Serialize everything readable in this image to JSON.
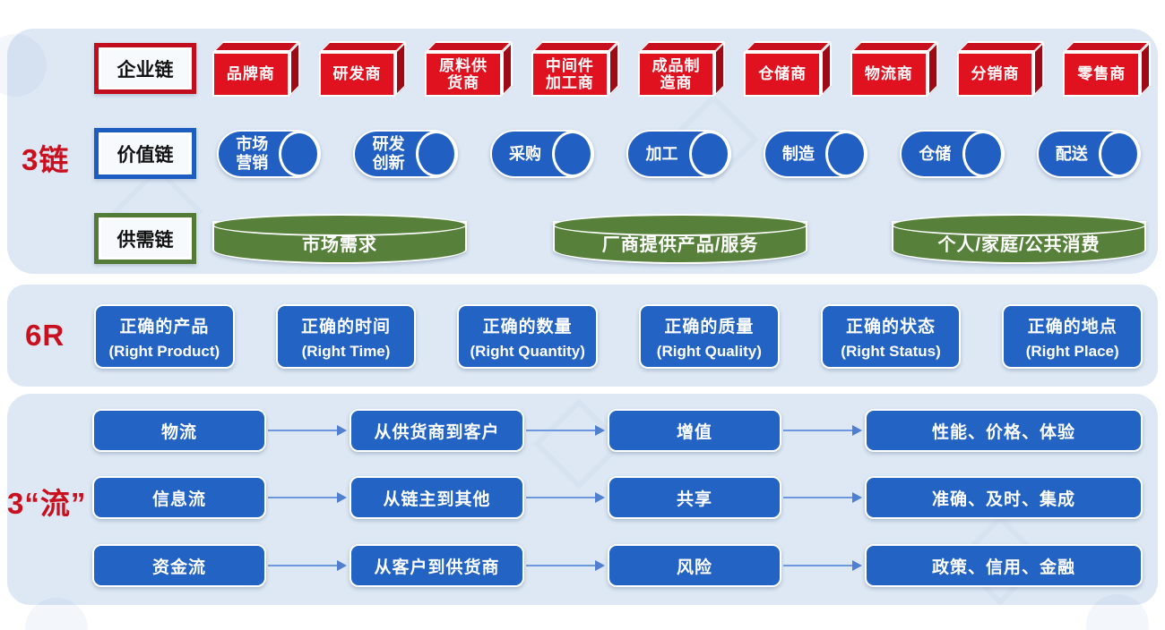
{
  "colors": {
    "panel_bg": "#dde8f4",
    "red": "#e01220",
    "red_dark": "#9e0a15",
    "blue": "#2263c4",
    "green": "#57813b",
    "label_red": "#c9101f",
    "arrow": "#6d97de"
  },
  "sections": {
    "chains": {
      "label": "3链",
      "rows": [
        {
          "label": "企业链",
          "items": [
            "品牌商",
            "研发商",
            "原料供\n货商",
            "中间件\n加工商",
            "成品制\n造商",
            "仓储商",
            "物流商",
            "分销商",
            "零售商"
          ]
        },
        {
          "label": "价值链",
          "items": [
            "市场\n营销",
            "研发\n创新",
            "采购",
            "加工",
            "制造",
            "仓储",
            "配送"
          ]
        },
        {
          "label": "供需链",
          "items": [
            "市场需求",
            "厂商提供产品/服务",
            "个人/家庭/公共消费"
          ]
        }
      ]
    },
    "six_r": {
      "label": "6R",
      "items": [
        {
          "cn": "正确的产品",
          "en": "(Right Product)"
        },
        {
          "cn": "正确的时间",
          "en": "(Right Time)"
        },
        {
          "cn": "正确的数量",
          "en": "(Right Quantity)"
        },
        {
          "cn": "正确的质量",
          "en": "(Right Quality)"
        },
        {
          "cn": "正确的状态",
          "en": "(Right Status)"
        },
        {
          "cn": "正确的地点",
          "en": "(Right Place)"
        }
      ]
    },
    "flows": {
      "label": "3“流”",
      "rows": [
        {
          "name": "物流",
          "path": "从供货商到客户",
          "feature": "增值",
          "value": "性能、价格、体验"
        },
        {
          "name": "信息流",
          "path": "从链主到其他",
          "feature": "共享",
          "value": "准确、及时、集成"
        },
        {
          "name": "资金流",
          "path": "从客户到供货商",
          "feature": "风险",
          "value": "政策、信用、金融"
        }
      ]
    }
  }
}
